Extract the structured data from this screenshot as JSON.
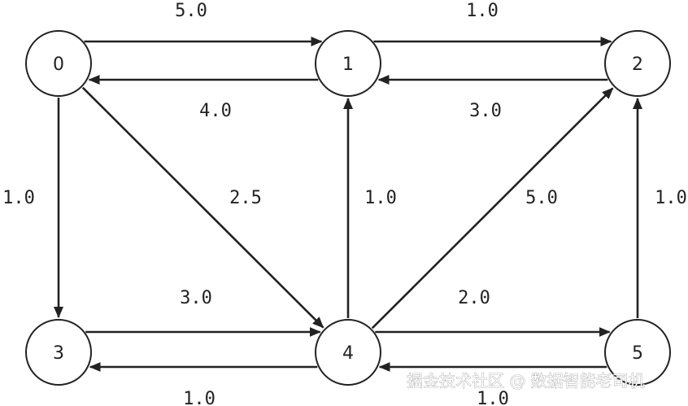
{
  "nodes": [
    {
      "id": "0",
      "label": "0"
    },
    {
      "id": "1",
      "label": "1"
    },
    {
      "id": "2",
      "label": "2"
    },
    {
      "id": "3",
      "label": "3"
    },
    {
      "id": "4",
      "label": "4"
    },
    {
      "id": "5",
      "label": "5"
    }
  ],
  "edges": [
    {
      "from": "0",
      "to": "1",
      "weight": "5.0"
    },
    {
      "from": "1",
      "to": "0",
      "weight": "4.0"
    },
    {
      "from": "1",
      "to": "2",
      "weight": "1.0"
    },
    {
      "from": "2",
      "to": "1",
      "weight": "3.0"
    },
    {
      "from": "0",
      "to": "3",
      "weight": "1.0"
    },
    {
      "from": "0",
      "to": "4",
      "weight": "2.5"
    },
    {
      "from": "4",
      "to": "1",
      "weight": "1.0"
    },
    {
      "from": "4",
      "to": "2",
      "weight": "5.0"
    },
    {
      "from": "5",
      "to": "2",
      "weight": "1.0"
    },
    {
      "from": "3",
      "to": "4",
      "weight": "3.0"
    },
    {
      "from": "4",
      "to": "3",
      "weight": "1.0"
    },
    {
      "from": "4",
      "to": "5",
      "weight": "2.0"
    },
    {
      "from": "5",
      "to": "4",
      "weight": "1.0"
    }
  ],
  "watermark": "掘金技术社区 @ 数据智能老司机",
  "colors": {
    "stroke": "#222222",
    "background": "#ffffff"
  }
}
